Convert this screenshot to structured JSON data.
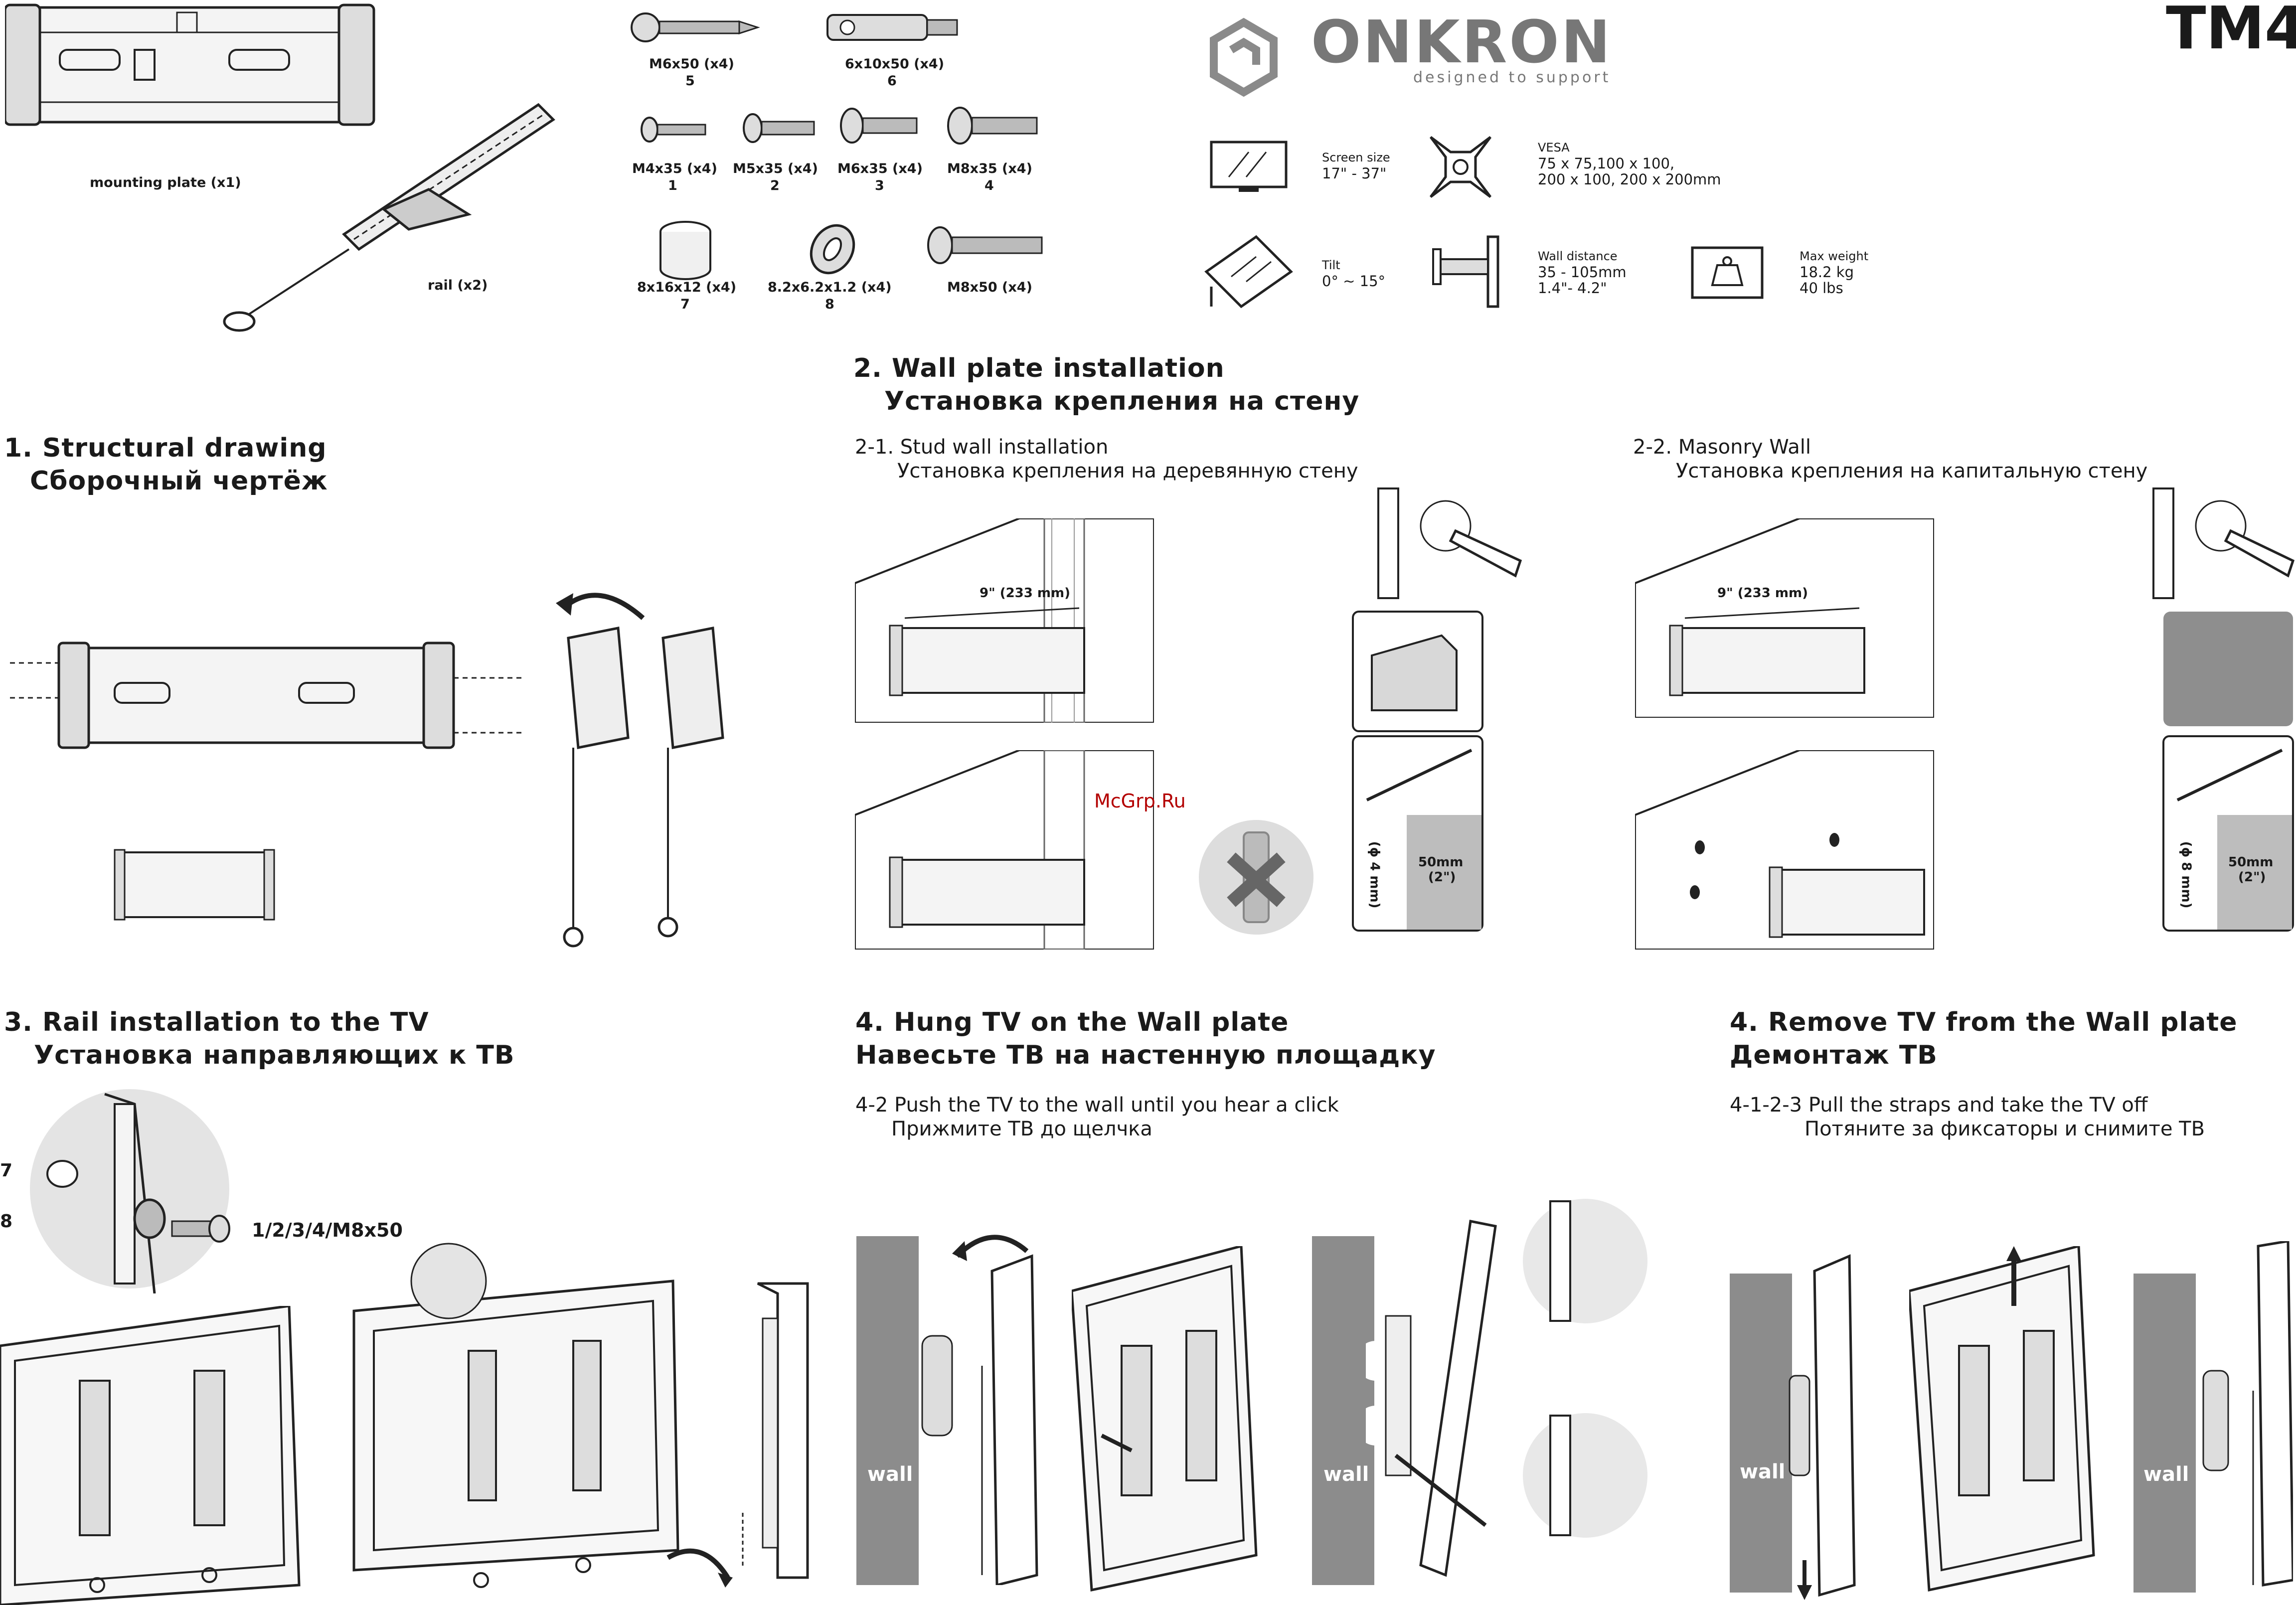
{
  "header": {
    "brand": "ONKRON",
    "tagline": "designed to support",
    "model": "TM4"
  },
  "parts": {
    "mounting_plate": "mounting plate (x1)",
    "rail": "rail (x2)",
    "items": [
      {
        "label": "M6x50 (x4)",
        "num": "5"
      },
      {
        "label": "6x10x50 (x4)",
        "num": "6"
      },
      {
        "label": "M4x35 (x4)",
        "num": "1"
      },
      {
        "label": "M5x35 (x4)",
        "num": "2"
      },
      {
        "label": "M6x35 (x4)",
        "num": "3"
      },
      {
        "label": "M8x35 (x4)",
        "num": "4"
      },
      {
        "label": "8x16x12 (x4)",
        "num": "7"
      },
      {
        "label": "8.2x6.2x1.2 (x4)",
        "num": "8"
      },
      {
        "label": "M8x50 (x4)",
        "num": ""
      }
    ]
  },
  "specs": {
    "screen_size_label": "Screen size",
    "screen_size_value": "17\" - 37\"",
    "vesa_label": "VESA",
    "vesa_value_1": "75 x 75,100 x 100,",
    "vesa_value_2": "200 x 100, 200 x 200mm",
    "tilt_label": "Tilt",
    "tilt_value": "0° ~ 15°",
    "wall_distance_label": "Wall distance",
    "wall_distance_value_1": "35 - 105mm",
    "wall_distance_value_2": "1.4\"- 4.2\"",
    "max_weight_label": "Max weight",
    "max_weight_value_1": "18.2 kg",
    "max_weight_value_2": "40 lbs"
  },
  "sections": {
    "s1_en": "1. Structural drawing",
    "s1_ru": "Сборочный чертёж",
    "s2_en": "2. Wall plate installation",
    "s2_ru": "Установка крепления на стену",
    "s21_en": "2-1. Stud wall installation",
    "s21_ru": "Установка крепления на деревянную стену",
    "s22_en": "2-2. Masonry Wall",
    "s22_ru": "Установка крепления на капитальную стену",
    "s3_en": "3. Rail installation to the TV",
    "s3_ru": "Установка направляющих к ТВ",
    "s4_en": "4. Hung TV on the Wall plate",
    "s4_ru": "Навесьте ТВ на настенную площадку",
    "s42_en": "4-2 Push the TV to the wall until you hear a click",
    "s42_ru": "Прижмите ТВ до щелчка",
    "s4b_en": "4. Remove TV from the Wall plate",
    "s4b_ru": "Демонтаж ТВ",
    "s4b_step_en": "4-1-2-3 Pull the straps and take the TV off",
    "s4b_step_ru": "Потяните за фиксаторы и снимите ТВ"
  },
  "annotations": {
    "dist_233": "9\" (233 mm)",
    "dist_233_b": "9\" (233 mm)",
    "depth_50": "50mm",
    "depth_2in": "(2\")",
    "dia_4": "(ϕ 4 mm)",
    "depth_50_b": "50mm",
    "depth_2in_b": "(2\")",
    "dia_8": "(ϕ 8 mm)",
    "callout_7": "7",
    "callout_8": "8",
    "callout_bolt": "1/2/3/4/M8x50",
    "wall": "wall",
    "watermark": "McGrp.Ru"
  }
}
